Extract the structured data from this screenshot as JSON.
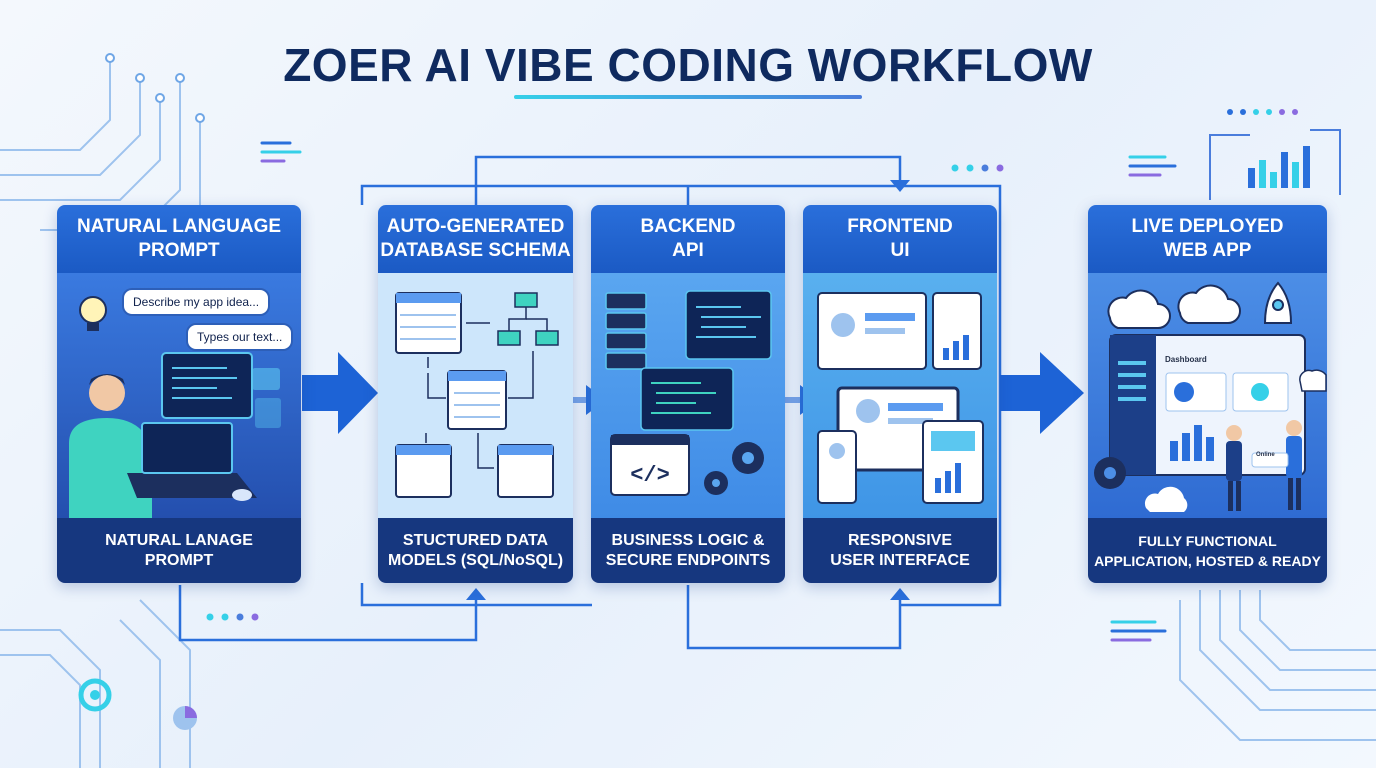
{
  "title": "ZOER AI VIBE CODING WORKFLOW",
  "colors": {
    "title": "#0f2a5f",
    "card_head": "#2a6fdb",
    "card_foot": "#16377f",
    "arrow": "#1d63d6",
    "accent_cyan": "#35d0e8",
    "accent_purple": "#8a6be0",
    "circuit": "#9ec3ee"
  },
  "stages": [
    {
      "title": "NATURAL LANGUAGE\nPROMPT",
      "footer": "NATURAL LANAGE\nPROMPT"
    },
    {
      "title": "AUTO-GENERATED\nDATABASE SCHEMA",
      "footer": "STUCTURED DATA\nMODELS (SQL/NoSQL)"
    },
    {
      "title": "BACKEND\nAPI",
      "footer": "BUSINESS LOGIC &\nSECURE ENDPOINTS"
    },
    {
      "title": "FRONTEND\nUI",
      "footer": "RESPONSIVE\nUSER INTERFACE"
    },
    {
      "title": "LIVE DEPLOYED\nWEB APP",
      "footer": "FULLY FUNCTIONAL\nAPPLICATION, HOSTED & READY"
    }
  ],
  "prompt_bubbles": [
    "Describe my app idea...",
    "Types our text..."
  ],
  "deployed_app": {
    "dashboard_label": "Dashboard",
    "button_label": "Online"
  },
  "icons": [
    "lightbulb-icon",
    "code-icon",
    "gear-icon",
    "cloud-upload-icon",
    "rocket-icon",
    "server-icon",
    "user-icon"
  ]
}
